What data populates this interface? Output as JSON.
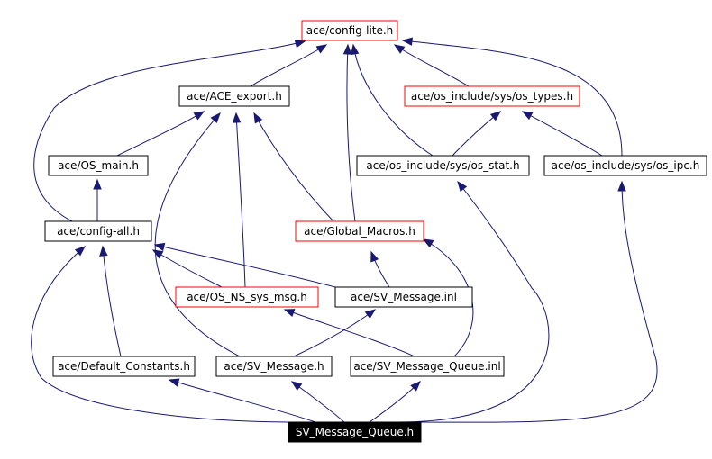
{
  "diagram": {
    "nodes": [
      {
        "id": "config_lite",
        "label": "ace/config-lite.h",
        "border": "#ff0000"
      },
      {
        "id": "ace_export",
        "label": "ace/ACE_export.h",
        "border": "#000000"
      },
      {
        "id": "os_types",
        "label": "ace/os_include/sys/os_types.h",
        "border": "#ff0000"
      },
      {
        "id": "os_main",
        "label": "ace/OS_main.h",
        "border": "#000000"
      },
      {
        "id": "os_stat",
        "label": "ace/os_include/sys/os_stat.h",
        "border": "#000000"
      },
      {
        "id": "os_ipc",
        "label": "ace/os_include/sys/os_ipc.h",
        "border": "#000000"
      },
      {
        "id": "config_all",
        "label": "ace/config-all.h",
        "border": "#000000"
      },
      {
        "id": "global_macros",
        "label": "ace/Global_Macros.h",
        "border": "#ff0000"
      },
      {
        "id": "os_ns_sys_msg",
        "label": "ace/OS_NS_sys_msg.h",
        "border": "#ff0000"
      },
      {
        "id": "sv_message_inl",
        "label": "ace/SV_Message.inl",
        "border": "#000000"
      },
      {
        "id": "default_constants",
        "label": "ace/Default_Constants.h",
        "border": "#000000"
      },
      {
        "id": "sv_message_h",
        "label": "ace/SV_Message.h",
        "border": "#000000"
      },
      {
        "id": "sv_message_queue_inl",
        "label": "ace/SV_Message_Queue.inl",
        "border": "#000000"
      },
      {
        "id": "sv_message_queue_h",
        "label": "SV_Message_Queue.h",
        "border": "#000000",
        "fill": "#000000",
        "text_color": "#ffffff"
      }
    ],
    "edges": [
      {
        "from": "ace_export",
        "to": "config_lite"
      },
      {
        "from": "os_types",
        "to": "config_lite"
      },
      {
        "from": "os_stat",
        "to": "config_lite"
      },
      {
        "from": "os_ipc",
        "to": "config_lite"
      },
      {
        "from": "config_all",
        "to": "config_lite"
      },
      {
        "from": "global_macros",
        "to": "config_lite"
      },
      {
        "from": "os_main",
        "to": "ace_export"
      },
      {
        "from": "global_macros",
        "to": "ace_export"
      },
      {
        "from": "os_ns_sys_msg",
        "to": "ace_export"
      },
      {
        "from": "sv_message_h",
        "to": "ace_export"
      },
      {
        "from": "os_stat",
        "to": "os_types"
      },
      {
        "from": "os_ipc",
        "to": "os_types"
      },
      {
        "from": "config_all",
        "to": "os_main"
      },
      {
        "from": "os_ns_sys_msg",
        "to": "config_all"
      },
      {
        "from": "sv_message_inl",
        "to": "config_all"
      },
      {
        "from": "default_constants",
        "to": "config_all"
      },
      {
        "from": "sv_message_queue_h",
        "to": "config_all"
      },
      {
        "from": "sv_message_inl",
        "to": "global_macros"
      },
      {
        "from": "sv_message_queue_inl",
        "to": "global_macros"
      },
      {
        "from": "sv_message_queue_inl",
        "to": "os_ns_sys_msg"
      },
      {
        "from": "sv_message_h",
        "to": "sv_message_inl"
      },
      {
        "from": "sv_message_queue_h",
        "to": "default_constants"
      },
      {
        "from": "sv_message_queue_h",
        "to": "sv_message_h"
      },
      {
        "from": "sv_message_queue_h",
        "to": "sv_message_queue_inl"
      },
      {
        "from": "sv_message_queue_h",
        "to": "os_stat"
      },
      {
        "from": "sv_message_queue_h",
        "to": "os_ipc"
      }
    ],
    "colors": {
      "edge": "#191970",
      "background": "#ffffff"
    }
  }
}
